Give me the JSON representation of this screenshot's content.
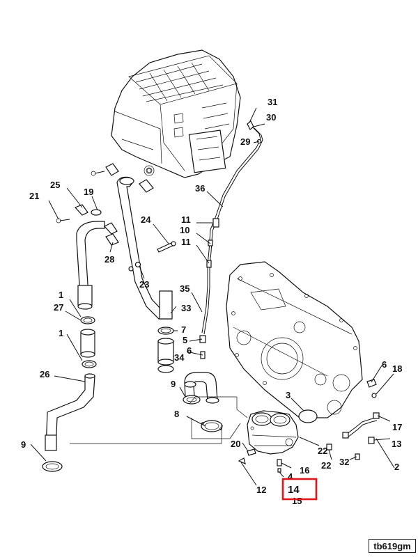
{
  "figure_id": "tb619gm",
  "highlighted_callout": "14",
  "callouts": {
    "c31": "31",
    "c30": "30",
    "c29": "29",
    "c36": "36",
    "c25": "25",
    "c21": "21",
    "c19": "19",
    "c28": "28",
    "c24": "24",
    "c23": "23",
    "c11a": "11",
    "c10": "10",
    "c11b": "11",
    "c35": "35",
    "c33": "33",
    "c7": "7",
    "c5": "5",
    "c6a": "6",
    "c34": "34",
    "c1a": "1",
    "c27": "27",
    "c1b": "1",
    "c26": "26",
    "c9a": "9",
    "c9b": "9",
    "c8": "8",
    "c3": "3",
    "c20": "20",
    "c12": "12",
    "c4": "4",
    "c14": "14",
    "c15": "15",
    "c16": "16",
    "c22a": "22",
    "c22b": "22",
    "c32": "32",
    "c2": "2",
    "c6b": "6",
    "c18": "18",
    "c17": "17",
    "c13": "13"
  },
  "colors": {
    "line": "#111111",
    "highlight": "#e0161b"
  }
}
